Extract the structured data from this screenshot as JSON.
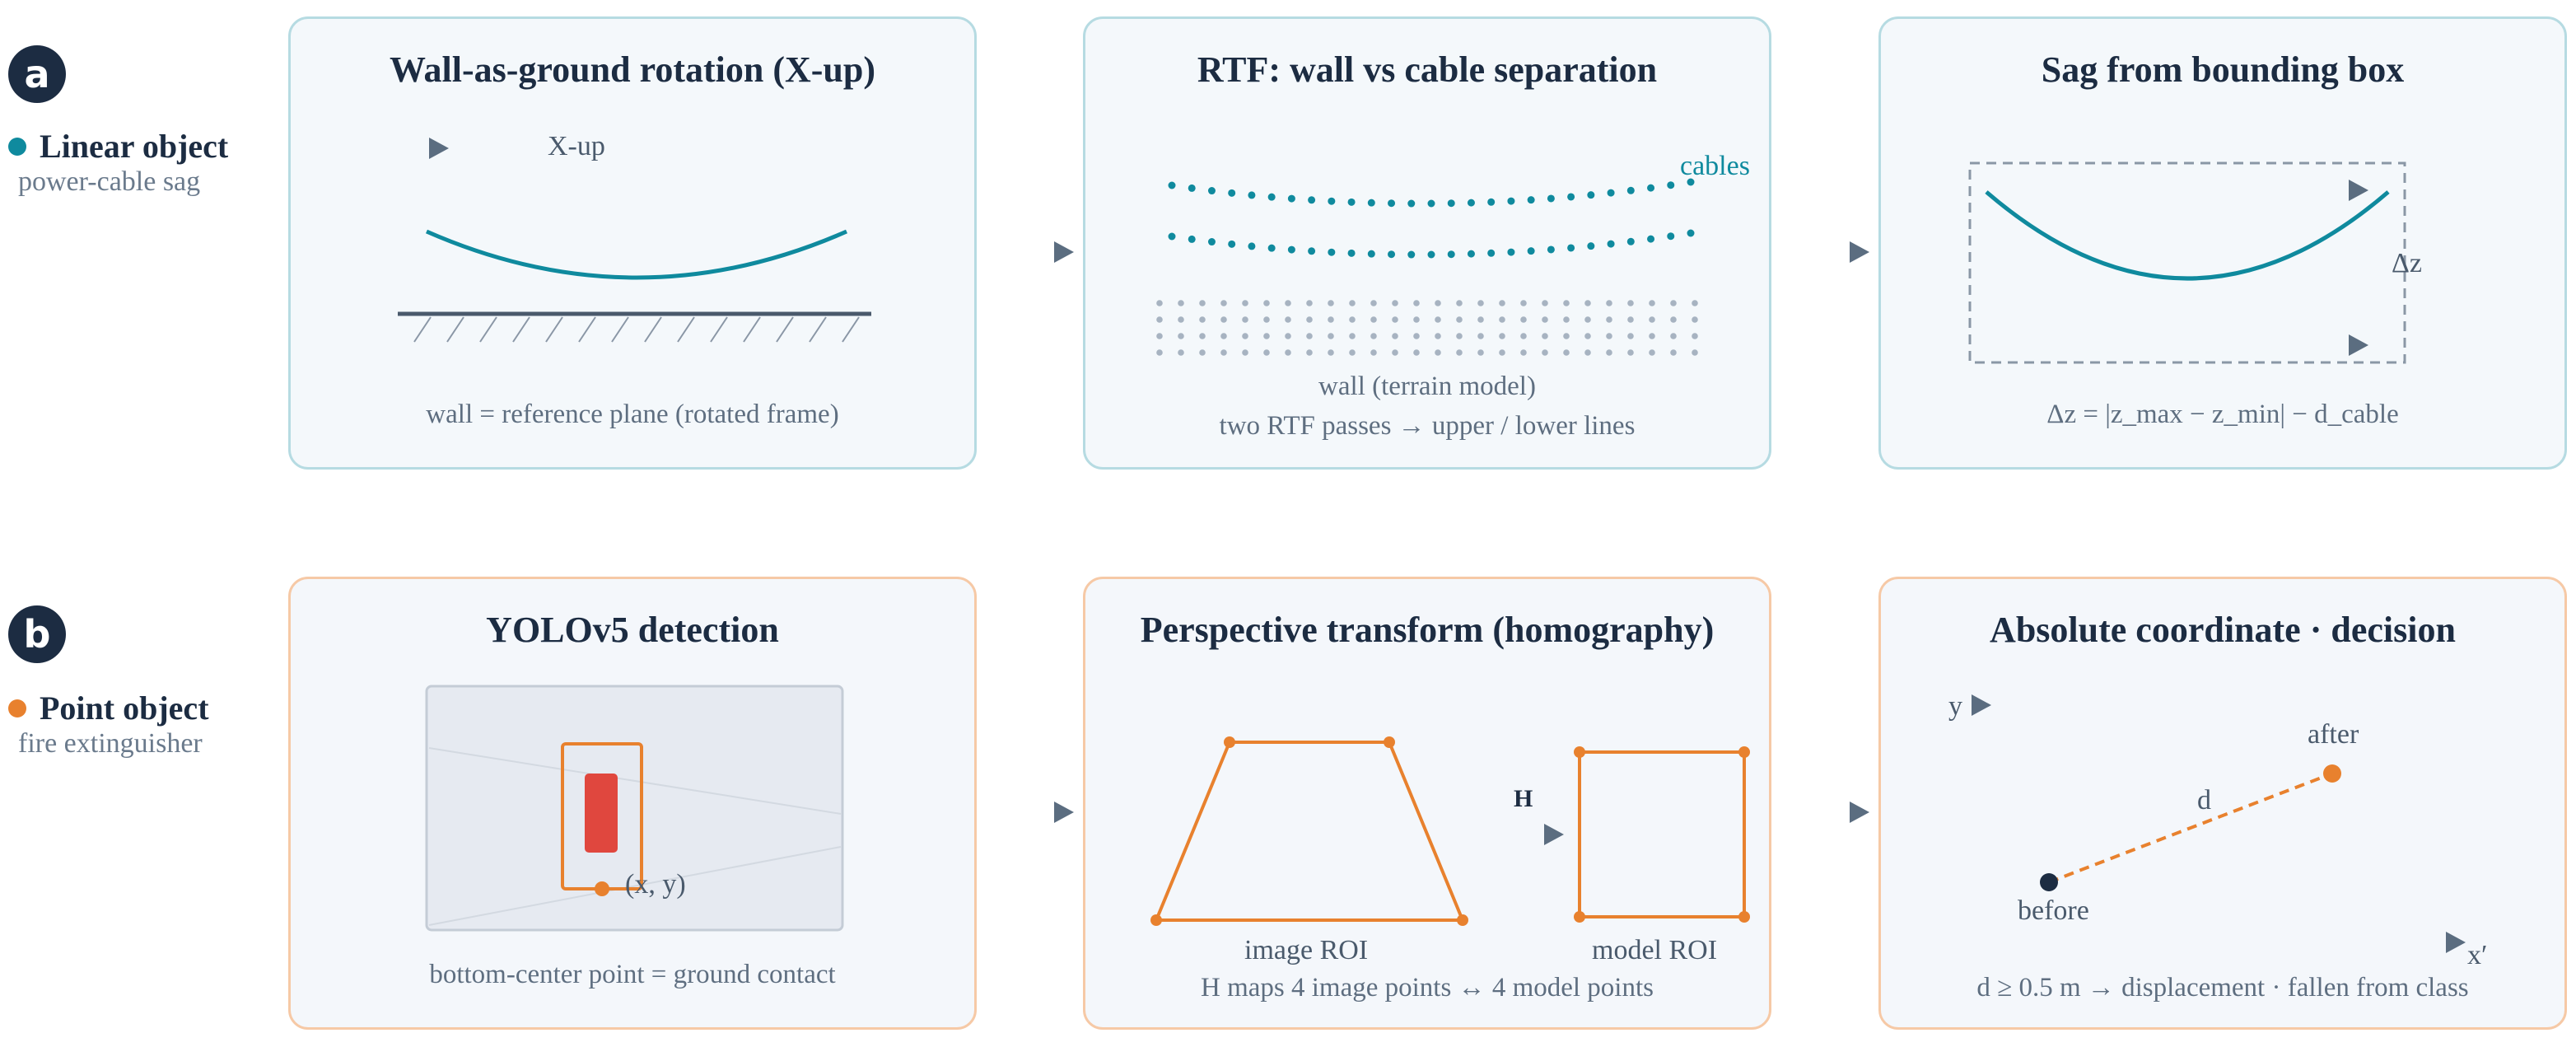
{
  "rows": [
    {
      "badge": "a",
      "title": "Linear object",
      "subtitle": "power-cable sag",
      "dot_color": "#0f8a9e",
      "panels": [
        {
          "title": "Wall-as-ground rotation (X-up)",
          "axis_label": "X-up",
          "caption": "wall = reference plane (rotated frame)"
        },
        {
          "title": "RTF: wall vs cable separation",
          "cable_label": "cables",
          "caption_1": "wall (terrain model)",
          "caption_2": "two RTF passes → upper / lower lines"
        },
        {
          "title": "Sag from bounding box",
          "delta_label": "Δz",
          "formula": "Δz = |z_max − z_min| − d_cable"
        }
      ]
    },
    {
      "badge": "b",
      "title": "Point object",
      "subtitle": "fire extinguisher",
      "dot_color": "#e8812e",
      "panels": [
        {
          "title": "YOLOv5 detection",
          "point_label": "(x, y)",
          "caption": "bottom-center point = ground contact"
        },
        {
          "title": "Perspective transform (homography)",
          "h_label": "H",
          "image_roi_label": "image ROI",
          "model_roi_label": "model ROI",
          "caption": "H maps 4 image points ↔ 4 model points"
        },
        {
          "title": "Absolute coordinate · decision",
          "y_axis_label": "y",
          "x_axis_label": "x′",
          "before_label": "before",
          "after_label": "after",
          "distance_label": "d",
          "caption": "d ≥ 0.5 m → displacement · fallen from class"
        }
      ]
    }
  ],
  "colors": {
    "teal": "#0f8a9e",
    "orange": "#e8812e",
    "red": "#e0473e",
    "navy": "#1c2c42",
    "slate": "#5b6d80"
  }
}
